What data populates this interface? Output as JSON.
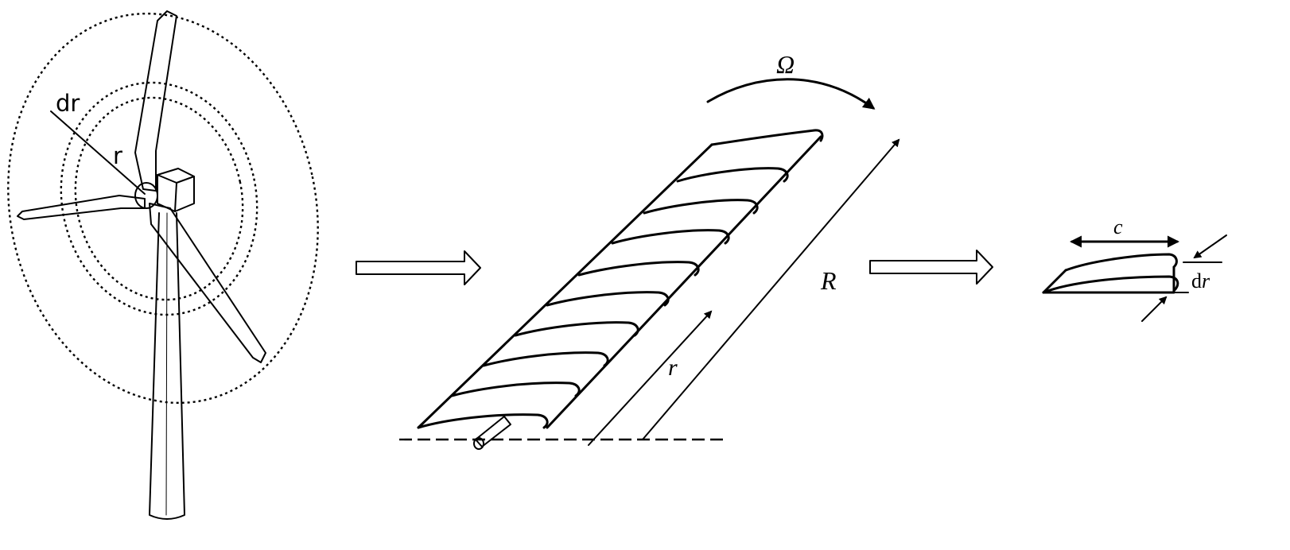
{
  "turbine": {
    "label_dr": "dr",
    "label_r": "r"
  },
  "blade": {
    "label_omega": "Ω",
    "label_R": "R",
    "label_r": "r"
  },
  "element": {
    "label_c": "c",
    "label_d": "d",
    "label_r": "r"
  }
}
